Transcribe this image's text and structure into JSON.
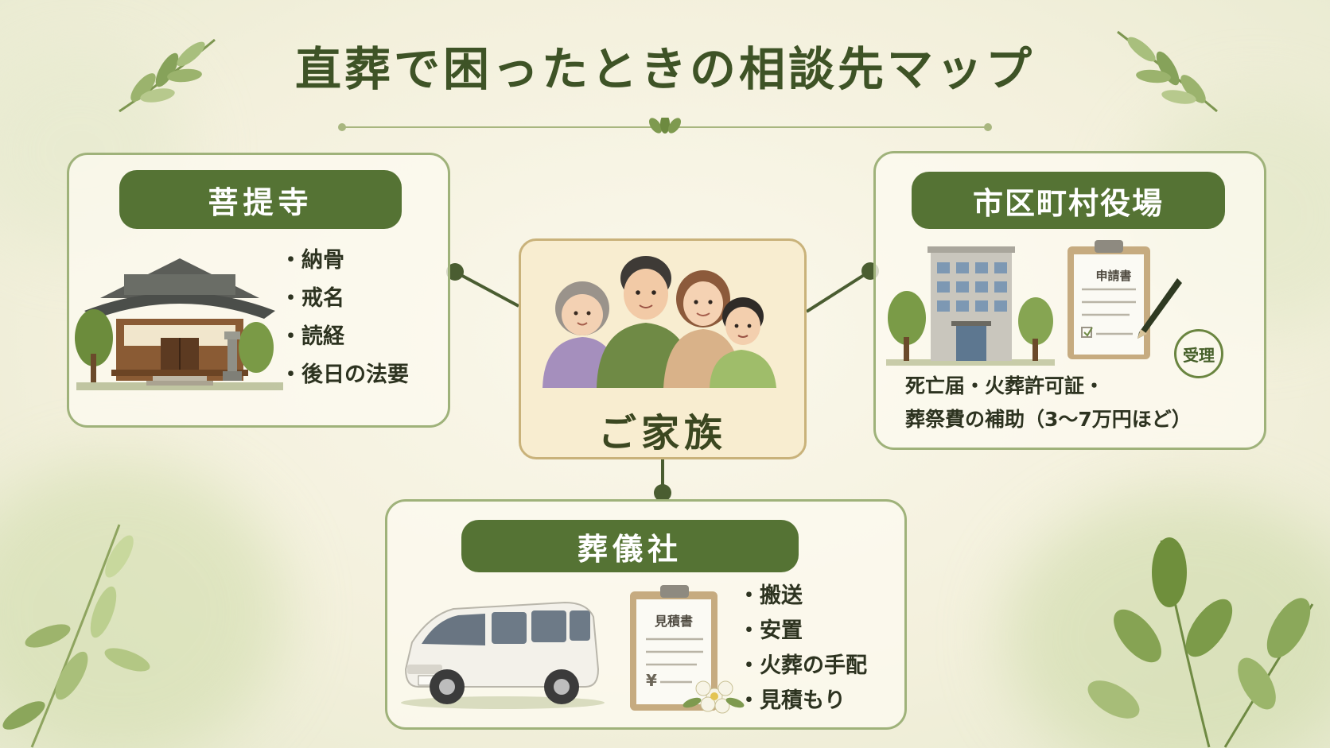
{
  "title": "直葬で困ったときの相談先マップ",
  "center": {
    "label": "ご家族"
  },
  "temple": {
    "label": "菩提寺",
    "items": [
      "納骨",
      "戒名",
      "読経",
      "後日の法要"
    ]
  },
  "city_office": {
    "label": "市区町村役場",
    "form_label": "申請書",
    "stamp_label": "受理",
    "note_line1": "死亡届・火葬許可証・",
    "note_line2": "葬祭費の補助（3～7万円ほど）"
  },
  "funeral_home": {
    "label": "葬儀社",
    "form_label": "見積書",
    "yen_mark": "¥",
    "items": [
      "搬送",
      "安置",
      "火葬の手配",
      "見積もり"
    ]
  },
  "colors": {
    "accent": "#557334",
    "panel_border": "#9fb27a",
    "center_fill": "#f8edd0",
    "center_border": "#c9b27a",
    "connector": "#4a5d31"
  }
}
